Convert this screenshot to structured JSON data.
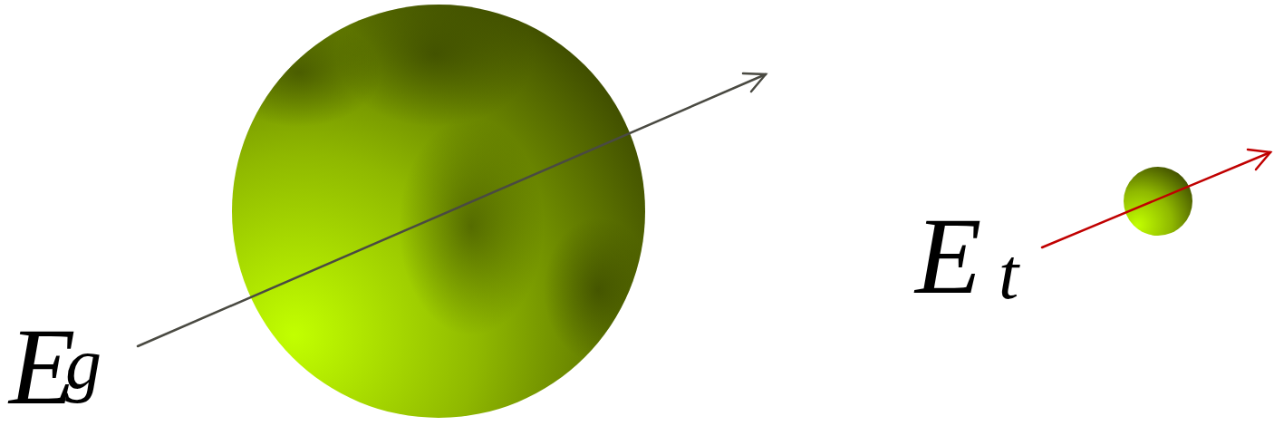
{
  "diagram": {
    "labels": [
      "E",
      "g",
      "E",
      "t"
    ]
  }
}
